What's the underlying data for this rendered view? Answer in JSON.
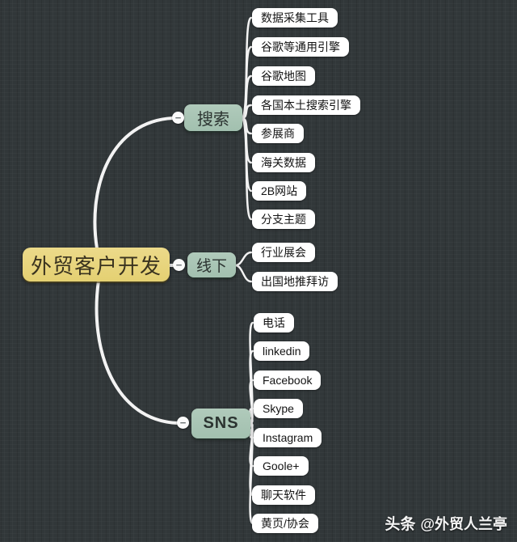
{
  "root": {
    "label": "外贸客户开发"
  },
  "branches": [
    {
      "label": "搜索",
      "children": [
        "数据采集工具",
        "谷歌等通用引擎",
        "谷歌地图",
        "各国本土搜索引擎",
        "参展商",
        "海关数据",
        "2B网站",
        "分支主题"
      ]
    },
    {
      "label": "线下",
      "children": [
        "行业展会",
        "出国地推拜访"
      ]
    },
    {
      "label": "SNS",
      "children": [
        "电话",
        "linkedin",
        "Facebook",
        "Skype",
        "Instagram",
        "Goole+",
        "聊天软件",
        "黄页/协会"
      ]
    }
  ],
  "ui": {
    "collapse_glyph": "−"
  },
  "watermark": {
    "brand": "头条",
    "handle": "@外贸人兰亭"
  },
  "colors": {
    "background": "#313739",
    "root_fill": "#e8d47c",
    "branch_fill": "#a7c4b4",
    "child_fill": "#ffffff",
    "connector": "#f3f3f3",
    "root_text": "#3a331f",
    "child_text": "#141414"
  }
}
